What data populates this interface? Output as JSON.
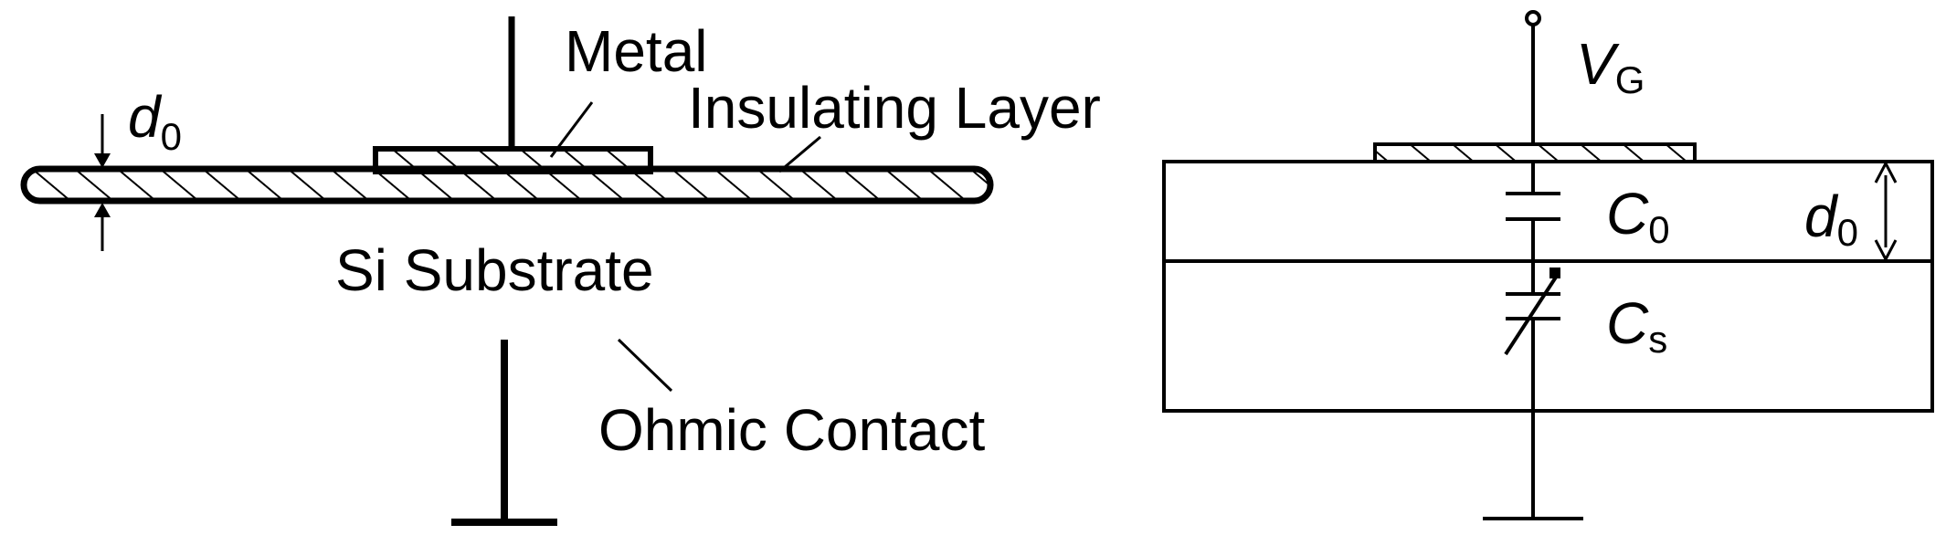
{
  "left_diagram": {
    "metal_label": "Metal",
    "insulating_label": "Insulating Layer",
    "thickness_symbol": "d",
    "thickness_subscript": "0",
    "substrate_label": "Si Substrate",
    "ohmic_label": "Ohmic Contact"
  },
  "right_diagram": {
    "gate_symbol": "V",
    "gate_subscript": "G",
    "c0_symbol": "C",
    "c0_subscript": "0",
    "cs_symbol": "C",
    "cs_subscript": "s",
    "thickness_symbol": "d",
    "thickness_subscript": "0"
  },
  "colors": {
    "line": "#000000",
    "background": "#ffffff"
  }
}
